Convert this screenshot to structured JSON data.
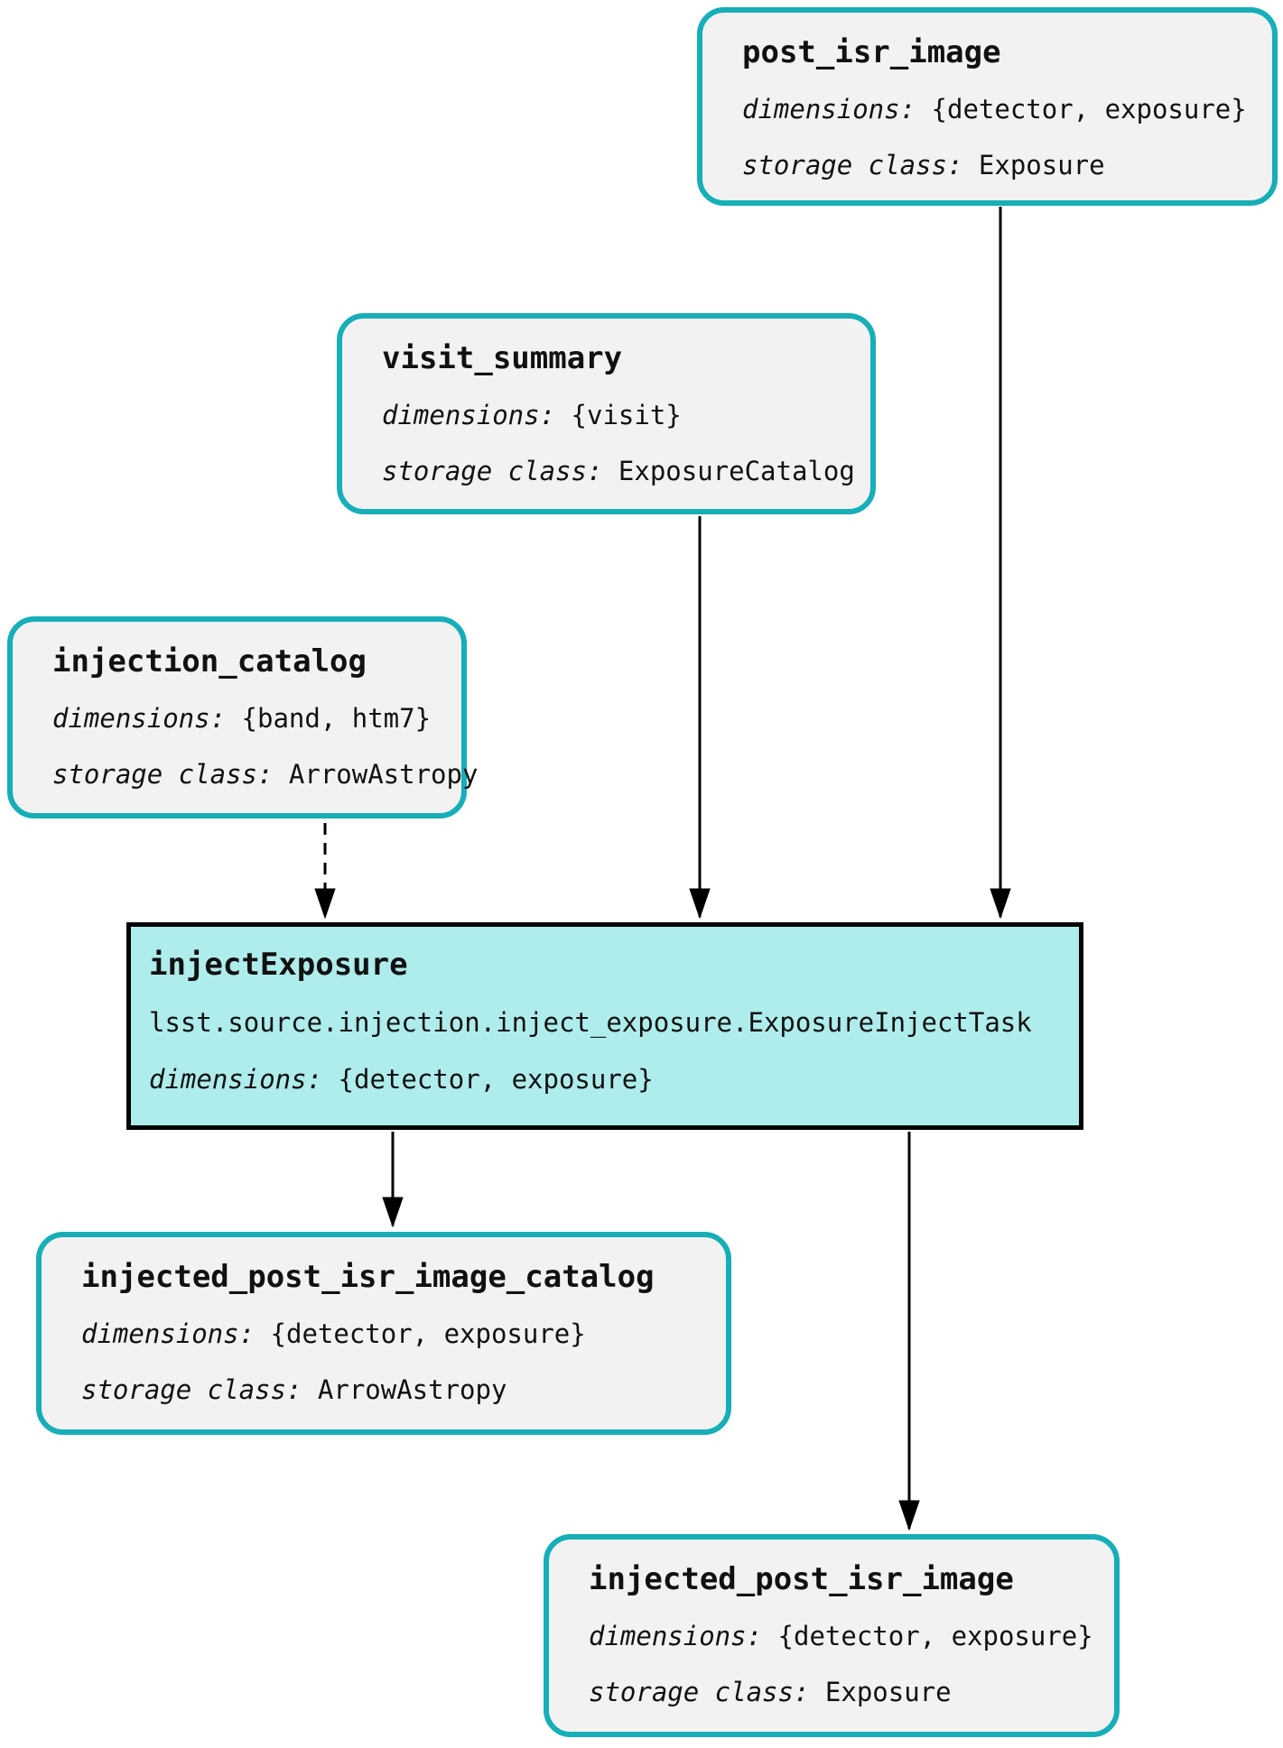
{
  "diagram": {
    "colors": {
      "dataset_border": "#17AEB8",
      "dataset_fill": "#F2F2F2",
      "task_fill": "#AFECEC",
      "task_border": "#000000",
      "arrow": "#000000"
    },
    "nodes": {
      "post_isr_image": {
        "title": "post_isr_image",
        "dimensions_label": "dimensions:",
        "dimensions": "{detector, exposure}",
        "storage_label": "storage class:",
        "storage": "Exposure"
      },
      "visit_summary": {
        "title": "visit_summary",
        "dimensions_label": "dimensions:",
        "dimensions": "{visit}",
        "storage_label": "storage class:",
        "storage": "ExposureCatalog"
      },
      "injection_catalog": {
        "title": "injection_catalog",
        "dimensions_label": "dimensions:",
        "dimensions": "{band, htm7}",
        "storage_label": "storage class:",
        "storage": "ArrowAstropy"
      },
      "injectExposure": {
        "title": "injectExposure",
        "task_class": "lsst.source.injection.inject_exposure.ExposureInjectTask",
        "dimensions_label": "dimensions:",
        "dimensions": "{detector, exposure}"
      },
      "injected_post_isr_image_catalog": {
        "title": "injected_post_isr_image_catalog",
        "dimensions_label": "dimensions:",
        "dimensions": "{detector, exposure}",
        "storage_label": "storage class:",
        "storage": "ArrowAstropy"
      },
      "injected_post_isr_image": {
        "title": "injected_post_isr_image",
        "dimensions_label": "dimensions:",
        "dimensions": "{detector, exposure}",
        "storage_label": "storage class:",
        "storage": "Exposure"
      }
    },
    "edges": [
      {
        "from": "injection_catalog",
        "to": "injectExposure",
        "style": "dashed"
      },
      {
        "from": "visit_summary",
        "to": "injectExposure",
        "style": "solid"
      },
      {
        "from": "post_isr_image",
        "to": "injectExposure",
        "style": "solid"
      },
      {
        "from": "injectExposure",
        "to": "injected_post_isr_image_catalog",
        "style": "solid"
      },
      {
        "from": "injectExposure",
        "to": "injected_post_isr_image",
        "style": "solid"
      }
    ]
  }
}
